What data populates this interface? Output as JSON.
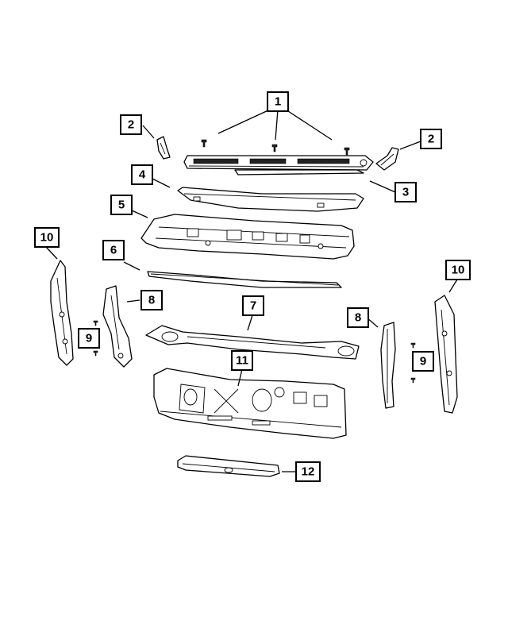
{
  "diagram": {
    "callouts": {
      "c1": "1",
      "c2_left": "2",
      "c2_right": "2",
      "c3": "3",
      "c4": "4",
      "c5": "5",
      "c6": "6",
      "c7": "7",
      "c8_left": "8",
      "c8_right": "8",
      "c9_left": "9",
      "c9_right": "9",
      "c10_left": "10",
      "c10_right": "10",
      "c11": "11",
      "c12": "12"
    }
  }
}
